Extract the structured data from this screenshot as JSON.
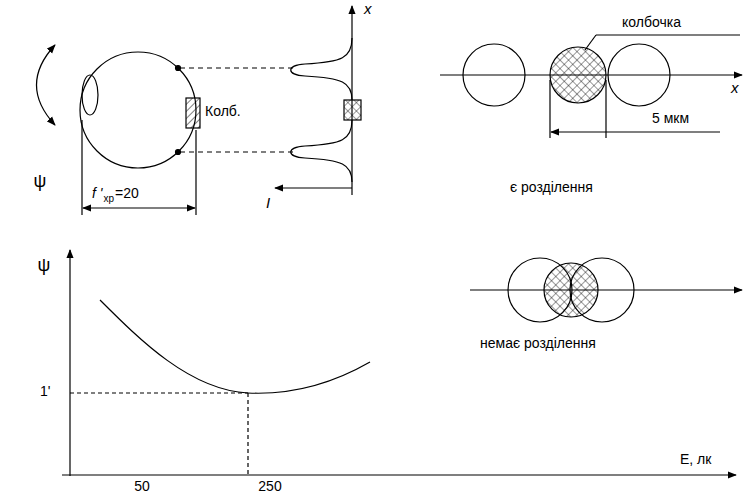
{
  "diagram": {
    "labels": [
      "ψ",
      "Колб.",
      "x",
      "I",
      "f '",
      "хр",
      "=20",
      "колбочка",
      "5 мкм",
      "є розділення",
      "x",
      "немає розділення",
      "ψ",
      "1'",
      "50",
      "250",
      "E, лк"
    ]
  }
}
